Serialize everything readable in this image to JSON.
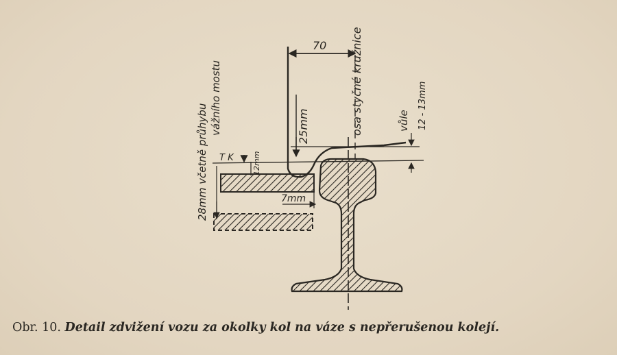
{
  "diagram": {
    "labels": {
      "dim_70": "70",
      "dim_25mm": "25mm",
      "dim_7mm": "7mm",
      "dim_12mm": "12mm",
      "tk": "T K",
      "vule": "vůle",
      "vule_range": "12 - 13mm",
      "axis_label": "osa styčné kružnice",
      "bridge_deflection_line1": "28mm včetně průhybu",
      "bridge_deflection_line2": "vážního mostu"
    }
  },
  "caption": {
    "number": "Obr. 10.",
    "text": "Detail zdvižení vozu za okolky kol na váze s nepřerušenou kolejí."
  },
  "colors": {
    "ink": "#2a2722",
    "paper": "#e6dac6"
  }
}
